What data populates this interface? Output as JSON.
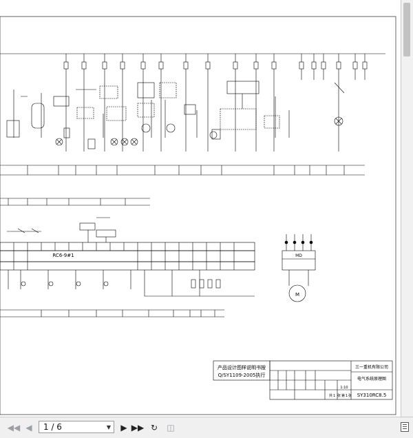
{
  "document": {
    "drawing_title_block": {
      "standard_note_line1": "产品设计图样说明书按",
      "standard_note_line2": "Q/SY1109-2005执行",
      "company": "三一重机有限公司",
      "drawing_name": "电气系统原理图",
      "drawing_number": "SY310RC8.5",
      "scale": "1:10",
      "sheet_label_1": "共",
      "sheet_count": "1",
      "sheet_label_2": "张",
      "sheet_label_3": "第",
      "sheet_index": "1",
      "sheet_label_4": "张"
    },
    "controller_label": "RC6-9#1",
    "motor_label": "M",
    "motor_driver_label": "MD"
  },
  "toolbar": {
    "page_value": "1 / 6",
    "icons": {
      "first": "first-page-icon",
      "prev": "previous-page-icon",
      "next": "next-page-icon",
      "last": "last-page-icon",
      "rotate": "rotate-view-icon",
      "thumbs": "thumbnails-icon",
      "panel": "side-panel-icon"
    }
  }
}
